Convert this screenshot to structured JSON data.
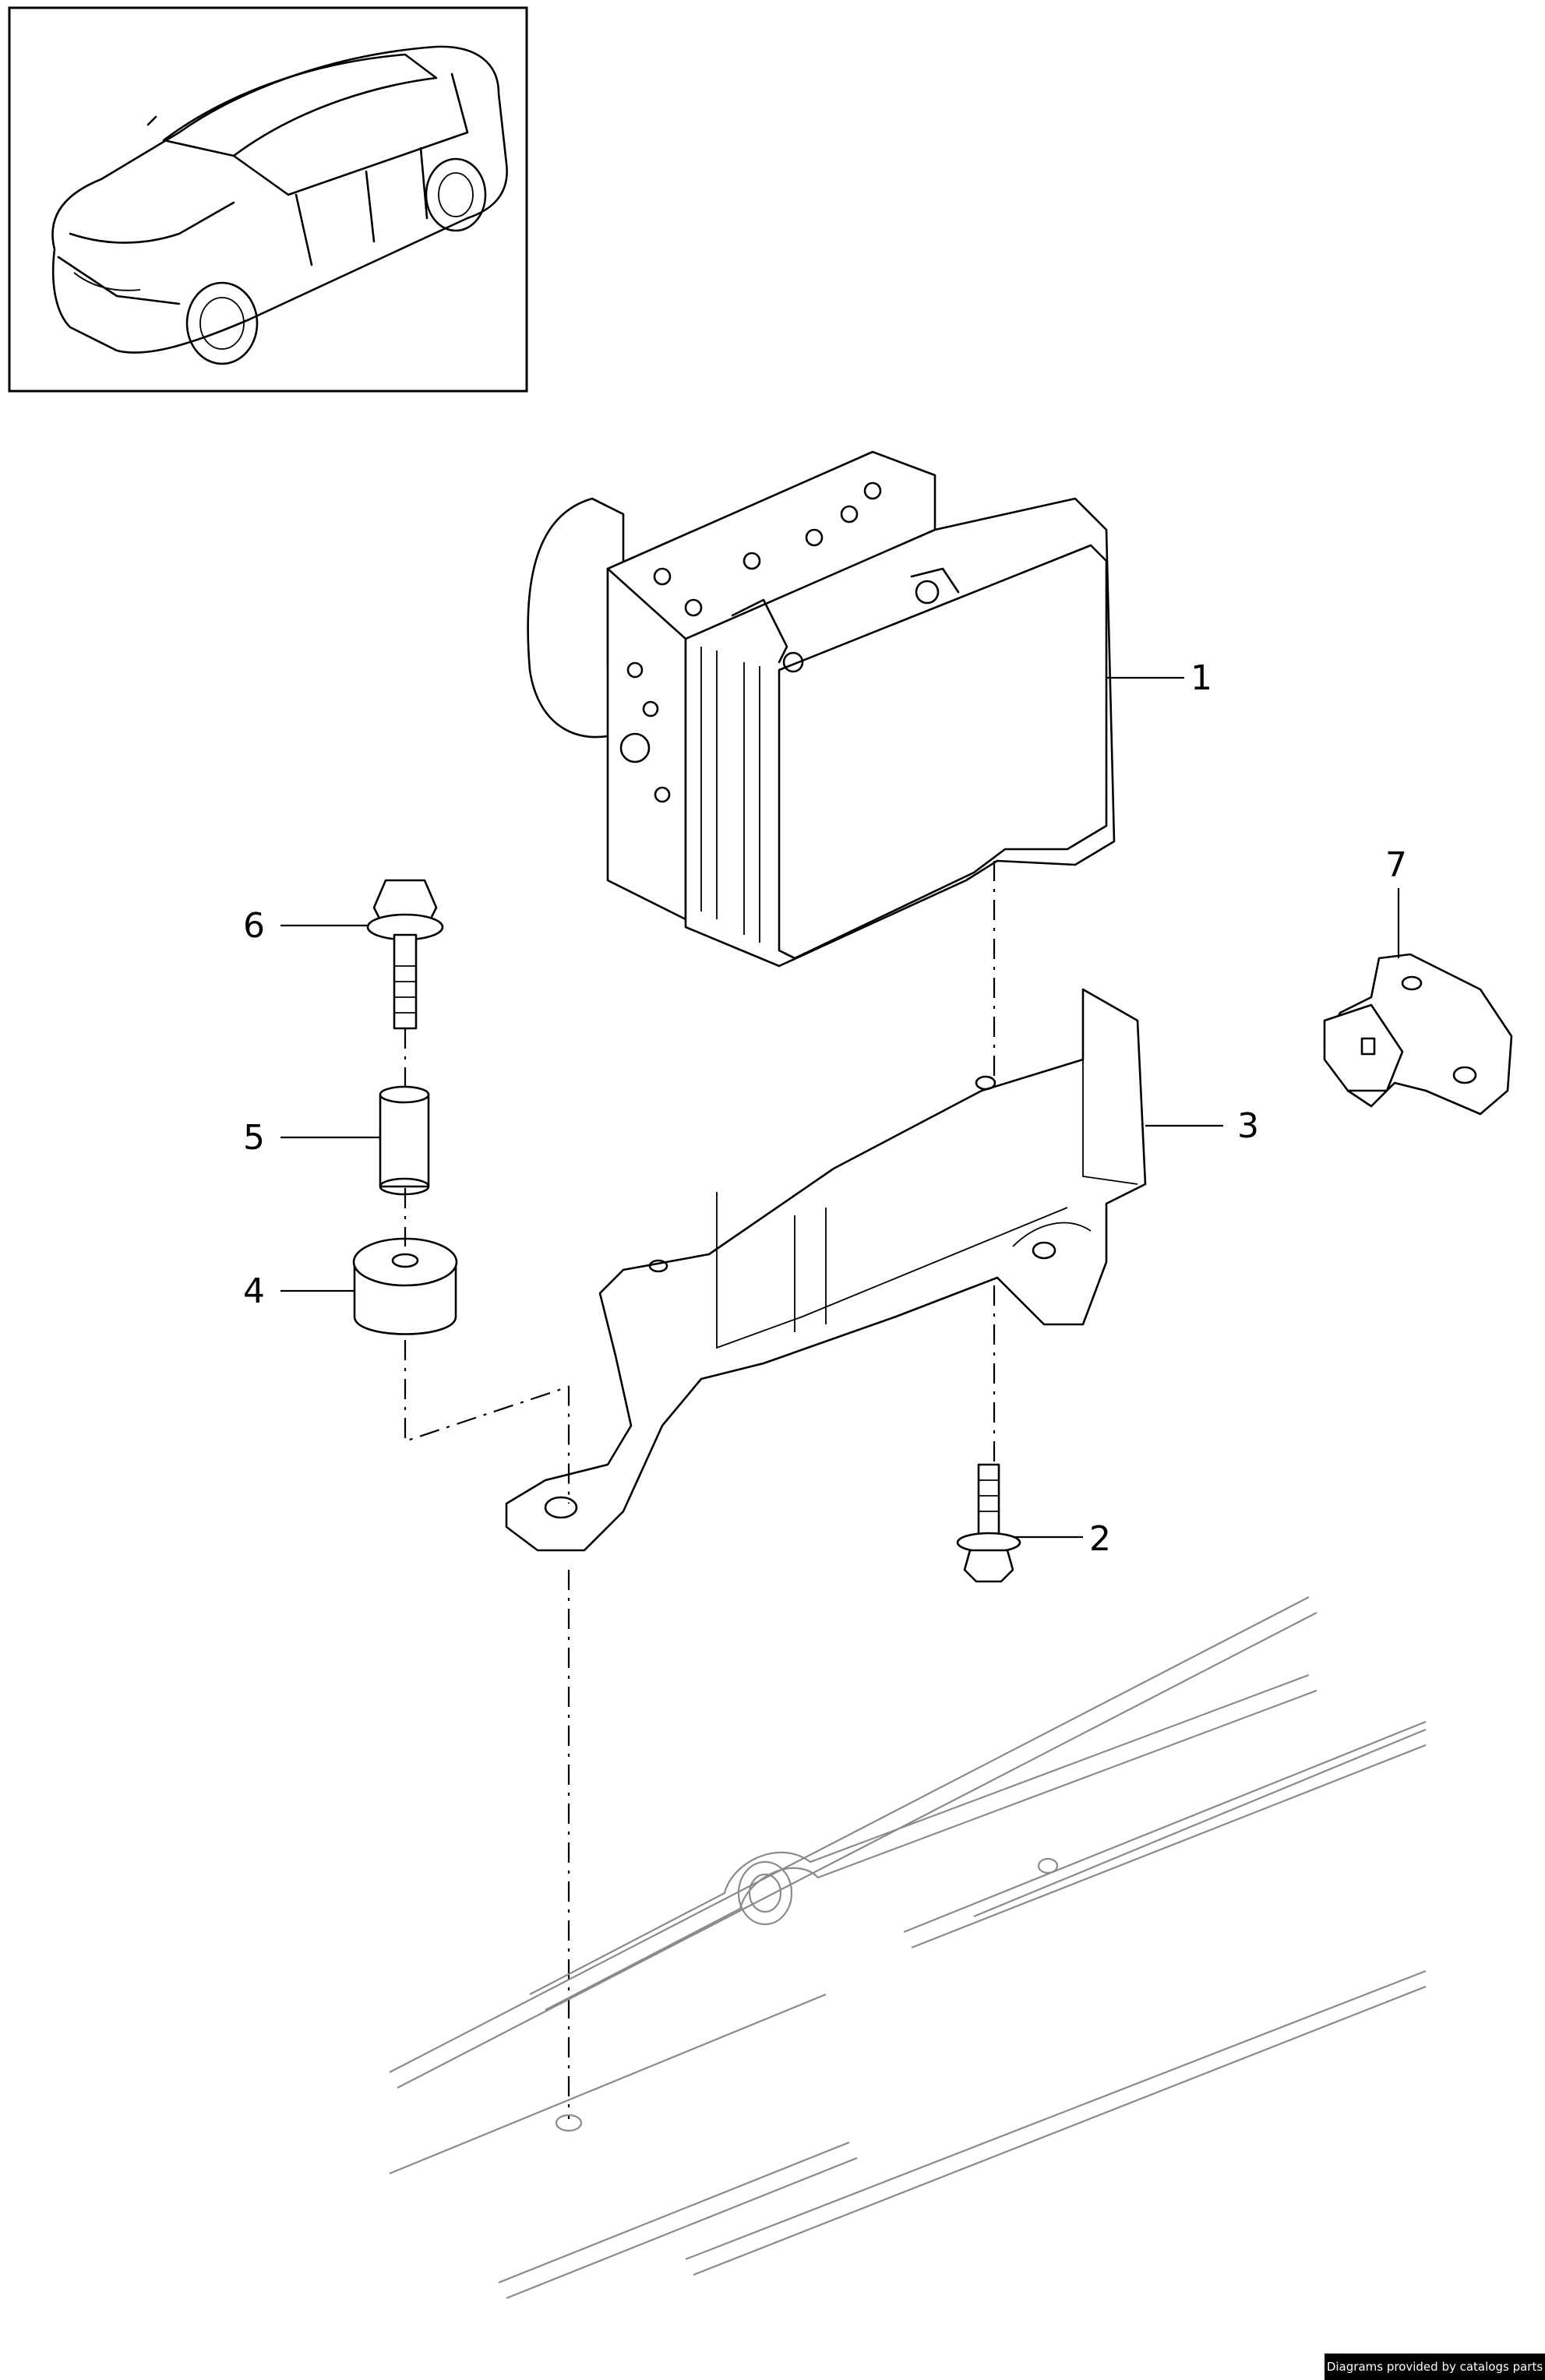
{
  "callouts": {
    "c1": "1",
    "c2": "2",
    "c3": "3",
    "c4": "4",
    "c5": "5",
    "c6": "6",
    "c7": "7"
  },
  "credit": "Diagrams provided by catalogs parts",
  "colors": {
    "line": "#000000",
    "floor_line": "#8a8a8a",
    "badge_bg": "#000000",
    "badge_text": "#ffffff"
  }
}
